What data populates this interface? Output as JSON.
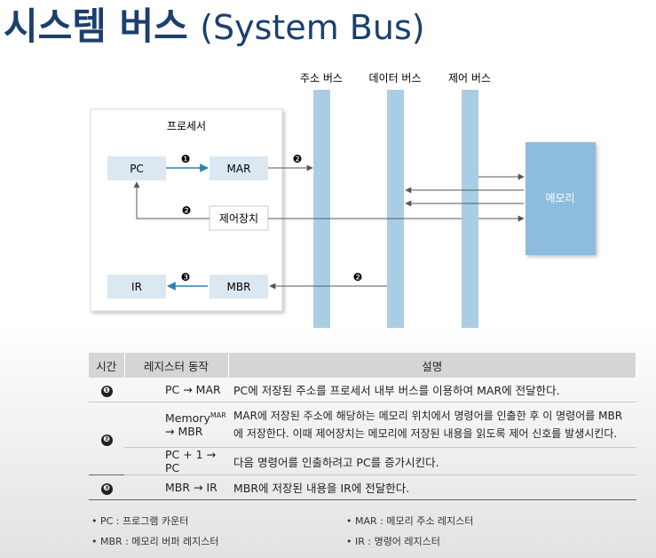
{
  "title": {
    "korean": "시스템 버스",
    "english": "(System Bus)"
  },
  "buses": {
    "address": "주소 버스",
    "data": "데이터 버스",
    "control": "제어 버스"
  },
  "diagram": {
    "processor_label": "프로세서",
    "pc": "PC",
    "mar": "MAR",
    "control_unit": "제어장치",
    "ir": "IR",
    "mbr": "MBR",
    "memory": "메모리",
    "step_markers": [
      "❶",
      "❷",
      "❸"
    ]
  },
  "table": {
    "headers": {
      "time": "시간",
      "register": "레지스터 동작",
      "description": "설명"
    },
    "rows": [
      {
        "step": "❶",
        "op": "PC → MAR",
        "desc": "PC에 저장된 주소를 프로세서 내부 버스를 이용하여 MAR에 전달한다."
      },
      {
        "step": "❷",
        "op_main": "Memory",
        "op_sup": "MAR",
        "op_line2": "→ MBR",
        "desc_line1": "MAR에 저장된 주소에 해당하는 메모리 위치에서 명령어를 인출한 후 이 명령어를 MBR",
        "desc_line2": "에 저장한다. 이때 제어장치는 메모리에 저장된 내용을 읽도록 제어 신호를 발생시킨다."
      },
      {
        "step": "",
        "op": "PC + 1 → PC",
        "desc": "다음 명령어를 인출하려고 PC를 증가시킨다."
      },
      {
        "step": "❸",
        "op": "MBR → IR",
        "desc": "MBR에 저장된 내용을 IR에 전달한다."
      }
    ]
  },
  "notes": {
    "pc": "• PC : 프로그램 카운터",
    "mar": "• MAR : 메모리 주소 레지스터",
    "mbr": "• MBR : 메모리 버퍼 레지스터",
    "ir": "• IR : 명령어 레지스터"
  },
  "colors": {
    "title": "#1b3f6e",
    "bus": "#a9cee4",
    "register": "#dbe8f1",
    "memory": "#8ebcdc",
    "arrow_blue": "#2f7fb2"
  }
}
